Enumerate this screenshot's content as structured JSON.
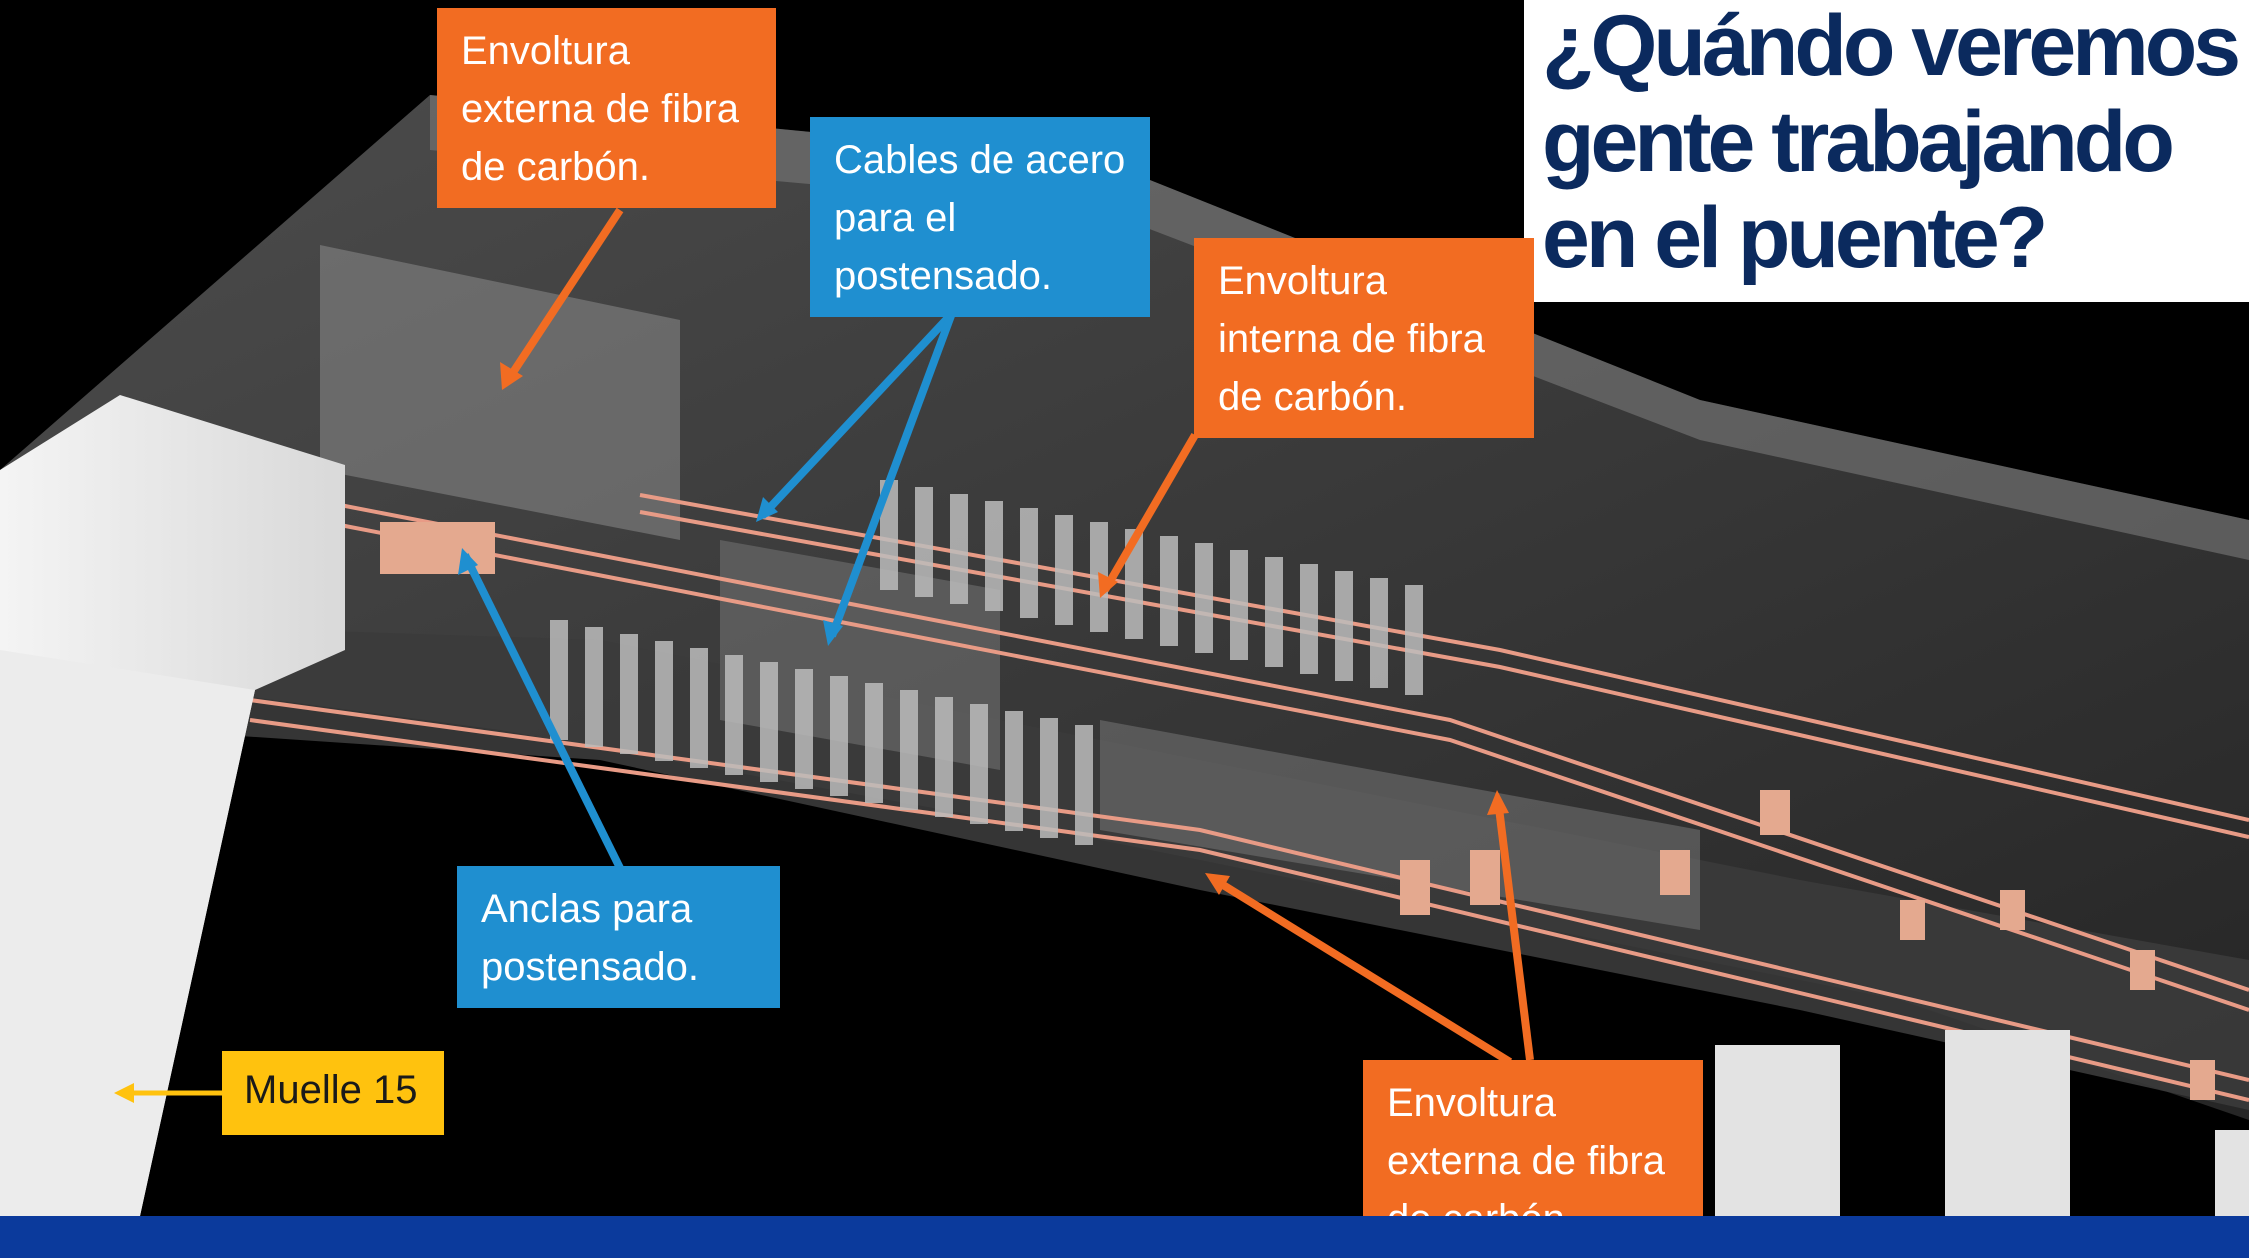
{
  "title": "¿Quándo veremos\ngente trabajando\nen el puente?",
  "callouts": {
    "outer_wrap_top": "Envoltura\nexterna de fibra\nde carbón.",
    "steel_cables": "Cables de acero\npara el\npostensado.",
    "inner_wrap": "Envoltura\ninterna de fibra\nde carbón.",
    "anchors": "Anclas para\npostensado.",
    "pier": "Muelle 15",
    "outer_wrap_bottom": "Envoltura\nexterna de fibra\nde carbón."
  },
  "colors": {
    "orange": "#f26c22",
    "blue": "#1f8fd0",
    "yellow": "#ffc20e",
    "title": "#0b2a5e",
    "footer": "#0b3a9c"
  }
}
